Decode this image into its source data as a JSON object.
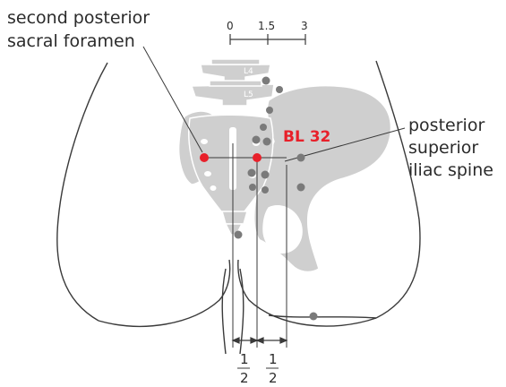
{
  "labels": {
    "foramen_line1": "second posterior",
    "foramen_line2": "sacral foramen",
    "spine_line1": "posterior",
    "spine_line2": "superior",
    "spine_line3": "iliac spine",
    "point": "BL 32",
    "vertebra_l4": "L4",
    "vertebra_l5": "L5"
  },
  "scale": {
    "ticks": [
      "0",
      "1.5",
      "3"
    ]
  },
  "fractions": [
    {
      "numerator": "1",
      "denominator": "2"
    },
    {
      "numerator": "1",
      "denominator": "2"
    }
  ],
  "colors": {
    "bone": "#cfcfcf",
    "bone_outline": "#ffffff",
    "outline": "#3a3a3a",
    "point_red": "#e8202a",
    "point_grey": "#7a7a7a",
    "text": "#2b2b2b"
  }
}
